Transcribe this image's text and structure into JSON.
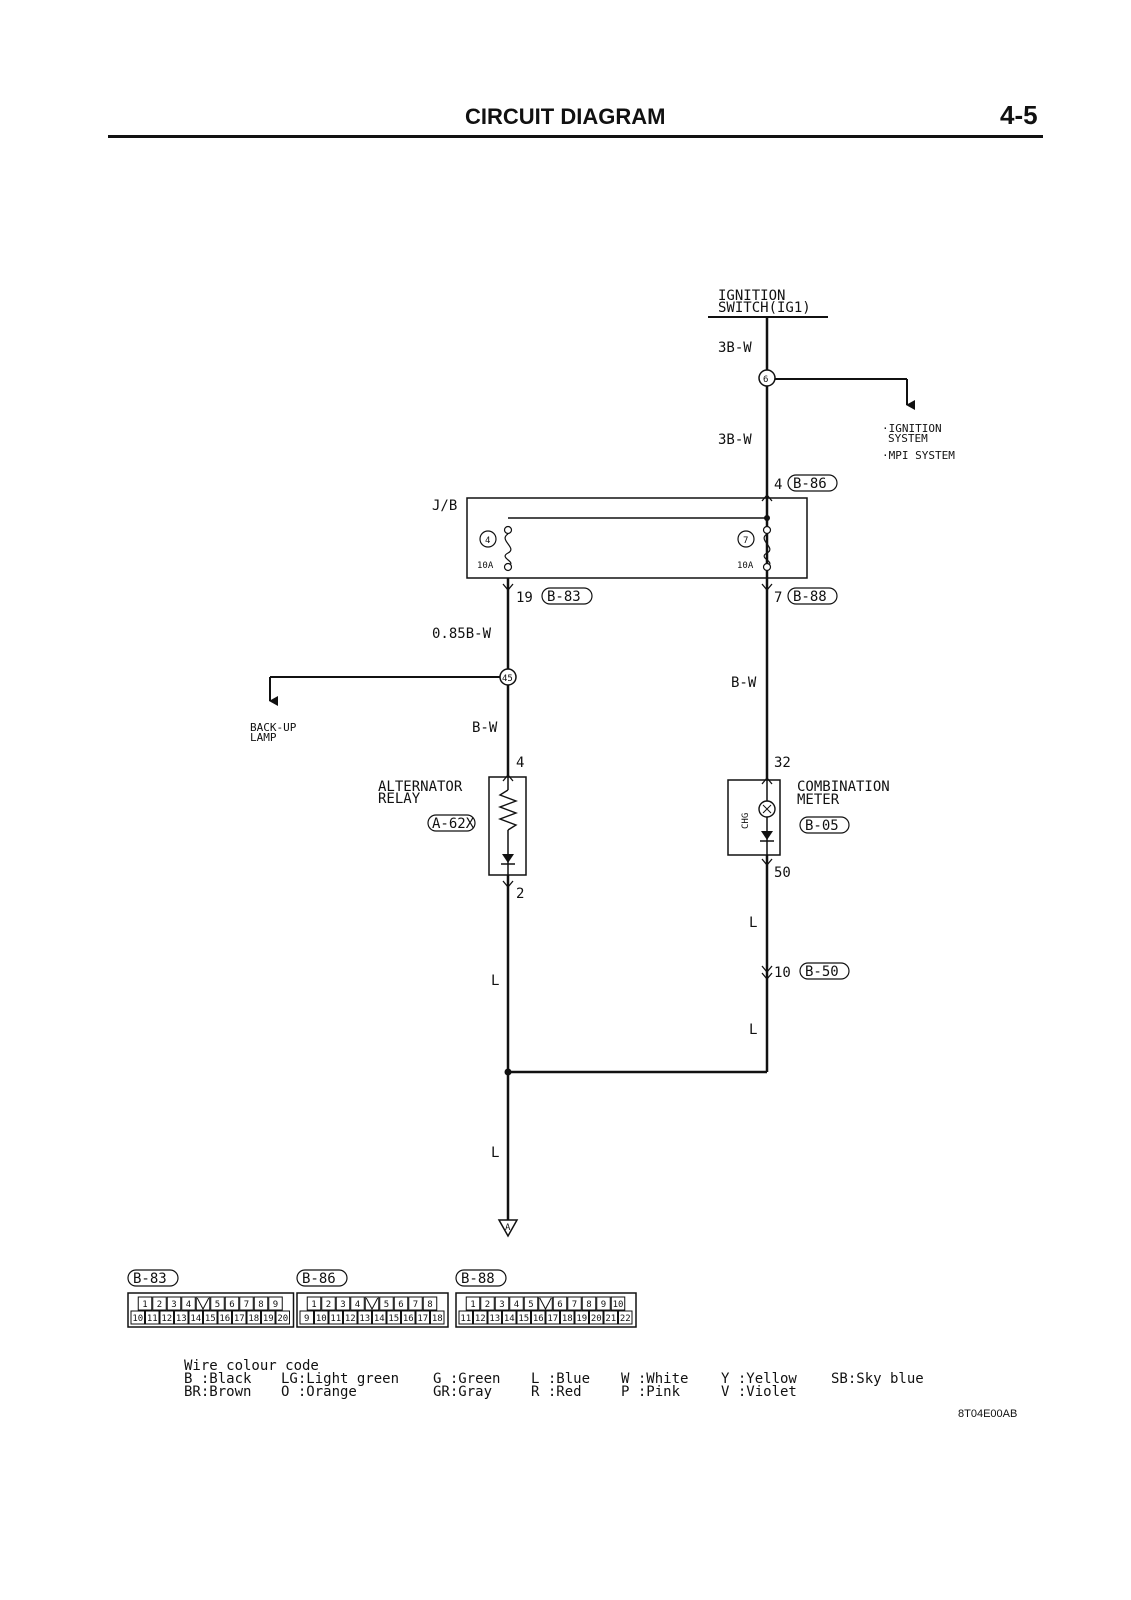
{
  "header": {
    "title": "CIRCUIT DIAGRAM",
    "page": "4-5"
  },
  "diagram": {
    "ignition_switch": [
      "IGNITION",
      "SWITCH(IG1)"
    ],
    "wire_3bw_top": "3B-W",
    "wire_3bw_mid": "3B-W",
    "splice_6": "6",
    "ignition_targets": [
      "·IGNITION",
      "SYSTEM",
      "·MPI SYSTEM"
    ],
    "pin_4": "4",
    "conn_b86": "B-86",
    "jb_label": "J/B",
    "fuse_4": "4",
    "fuse_7": "7",
    "fuse_rating_left": "10A",
    "fuse_rating_right": "10A",
    "pin_19": "19",
    "conn_b83": "B-83",
    "pin_7": "7",
    "conn_b88": "B-88",
    "wire_085bw": "0.85B-W",
    "splice_45": "45",
    "wire_bw_right": "B-W",
    "backup_lamp": [
      "BACK-UP",
      "LAMP"
    ],
    "wire_bw_left": "B-W",
    "pin_4_relay": "4",
    "alternator_relay": [
      "ALTERNATOR",
      "RELAY"
    ],
    "conn_a62x": "A-62X",
    "pin_2": "2",
    "pin_32": "32",
    "combination_meter": [
      "COMBINATION",
      "METER"
    ],
    "chg": "CHG",
    "conn_b05": "B-05",
    "pin_50": "50",
    "wire_l_1": "L",
    "pin_10": "10",
    "conn_b50": "B-50",
    "wire_l_2": "L",
    "wire_l_left": "L",
    "wire_l_bottom": "L",
    "terminal_a": "A"
  },
  "connectors": [
    {
      "name": "B-83",
      "top": [
        "1",
        "2",
        "3",
        "4",
        "",
        "5",
        "6",
        "7",
        "8",
        "9"
      ],
      "bottom": [
        "10",
        "11",
        "12",
        "13",
        "14",
        "15",
        "16",
        "17",
        "18",
        "19",
        "20"
      ]
    },
    {
      "name": "B-86",
      "top": [
        "1",
        "2",
        "3",
        "4",
        "",
        "5",
        "6",
        "7",
        "8"
      ],
      "bottom": [
        "9",
        "10",
        "11",
        "12",
        "13",
        "14",
        "15",
        "16",
        "17",
        "18"
      ]
    },
    {
      "name": "B-88",
      "top": [
        "1",
        "2",
        "3",
        "4",
        "5",
        "",
        "6",
        "7",
        "8",
        "9",
        "10"
      ],
      "bottom": [
        "11",
        "12",
        "13",
        "14",
        "15",
        "16",
        "17",
        "18",
        "19",
        "20",
        "21",
        "22"
      ]
    }
  ],
  "legend": {
    "title": "Wire colour code",
    "col1": [
      "B :Black",
      "BR:Brown"
    ],
    "col2": [
      "LG:Light green",
      "O :Orange"
    ],
    "col3": [
      "G :Green",
      "GR:Gray"
    ],
    "col4": [
      "L :Blue",
      "R :Red"
    ],
    "col5": [
      "W :White",
      "P :Pink"
    ],
    "col6": [
      "Y :Yellow",
      "V :Violet"
    ],
    "col7": [
      "SB:Sky blue",
      ""
    ]
  },
  "ref_code": "8T04E00AB"
}
